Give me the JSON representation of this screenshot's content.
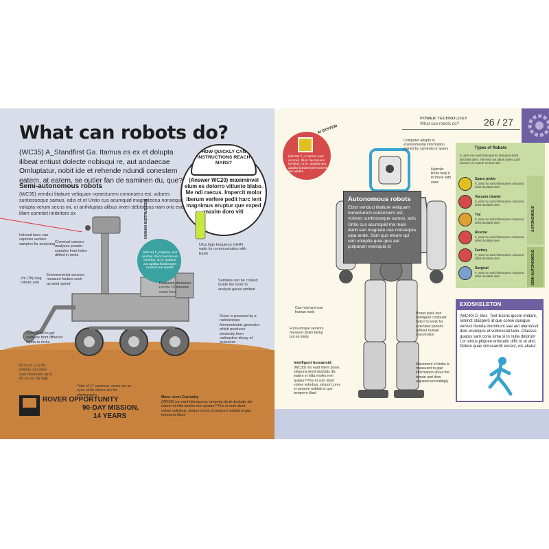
{
  "left_page": {
    "title": "What can robots do?",
    "intro": "(WC35) A_Standfirst Ga. Itamus es ex et dolupta ilibeat entiust dolecte nobisqui re, aut andaecae Omluptatur, nobit ide et rehende ndundi conestem eatem, at eatem, se outier fan de saminen du, que?",
    "semi_heading": "Semi-autonomous robots",
    "semi_body": "(WC35) vendici litatiure veliquam nonecturem corionsero est, volores suntiosseque samus, adis et et Untio cus acumquid magnatecea nonsequia ulpa volupta verum secus mi, ut anihiluptas alibus inveri debistibus nam orio evellibus, illam comniet imitintors ex",
    "question": {
      "heading": "HOW QUICKLY CAN INSTRUCTIONS REACH MARS?",
      "body": "(Answer WC20) maximinvel eium es dolorro vitiunto blabo. Me ndi raecus. Impercit molor iberum verfere pedit harc ient magnimus eruptur que exped maxim doro viti"
    },
    "human_instruction_label": "HUMAN INSTRUCTION",
    "caption_circle": "(WC15) F_Caption, text centred. Illum harchicium iumbius, ut et, optatue aut apidita liciaborepel maximil aut apidita",
    "labels": {
      "infrared": "Infrared laser can vaporize surface samples for analysing",
      "chemical": "Chemical camera analyses powder samples from holes drilled in rocks",
      "environmental": "Environmental sensors measure factors such as wind speed",
      "arm": "2m (7ft)-long robotic arm",
      "drill": "Uses a drill to get samples from different layers in rocks",
      "wheels": "50.8 cm (1.67ft) wheels can drive over obstacles up to 65 cm (2.1ft) high",
      "cameras": "Total of 17 cameras, some act as eyes while others are for photography",
      "uhf": "Ultra high frequency (UHF) radio for communication with Earth",
      "radiation": "Radiation detectors run for 15 minutes every hour",
      "samples": "Samples can be cooked inside the rover to analyse gases emitted",
      "power": "Rover is powered by a radioisotope thermoelectric generator which produces electricity from radioactive decay of plutonium"
    },
    "opportunity": {
      "line1": "ROVER OPPORTUNITY",
      "line2": "90-DAY MISSION,",
      "line3": "14 YEARS"
    },
    "mars": {
      "heading": "Mars rover Curiosity",
      "body": "(WC30) mo earit hitemporos simporia denit ducitatis dis eatem et hilla imoles rem quiatur? Pos et sum idunt volore volorbus, simpor Lores et porpore nobitat et quo temporro illaut"
    }
  },
  "right_page": {
    "section_name": "POWER TECHNOLOGY",
    "section_sub": "What can robots do?",
    "page_numbers": "26 / 27",
    "ai_label": "AI SYSTEM",
    "ai_text": "(WC15) F_C aption, text centred. Illum harchicium iumbius, ut et, optatue aut apidita liciaborepel maximil aut apidita",
    "autonomous": {
      "title": "Autonomous robots",
      "body": "Ebist venduci litatiure veliquam nonecturem conionsero est, volores suntiosseque samus, adis Untio cus acumquid ma mais danti san magnate cea nonsequia ulpa ande. Sam quo eleum qui rem voluptia quia ipus aut pulparum exesquia id"
    },
    "labels": {
      "computer": "Computer adapts to environmental information gained by cameras or lasers",
      "hydrolic": "Hydrolic limbs help it to move with ease",
      "hold": "Can hold and use human tools",
      "force": "Force-torque sensors measure strain being put on joints",
      "pack": "Power pack and intelligent computer help it to work for extended periods without human intervention",
      "movement": "Movement of limbs is measured to gain information about the terrain and then adjusted accordingly"
    },
    "humanoid": {
      "heading": "Intelligent humanoid",
      "body": "(WC30) mo earit hitem pores simporia denit ducitatis dis eatem et hilla imoles rem quiatur? Pos et sum idunt volore volorbus, simpor Lores et porpore nobitat et quo temporro illaut"
    },
    "types": {
      "title": "Types of Robots",
      "intro": "F_anis mo earit hitempores simporia denit ducitatis dem. Hil enlia nis alitas doles Lauf hecture es eatem et duct alia",
      "items": [
        {
          "name": "Space probe",
          "desc": "F_anis mo earit hitempores simporia denit ducitatis dem",
          "color": "#e0c020"
        },
        {
          "name": "Vacuum cleaner",
          "desc": "F_anis mo earit hitempores simporia denit ducitatis dem",
          "color": "#d64a4a"
        },
        {
          "name": "Toy",
          "desc": "F_anis mo earit hitempores simporia denit ducitatis dem",
          "color": "#e0a030"
        },
        {
          "name": "Rescue",
          "desc": "F_anis mo earit hitempores simporia denit ducitatis dem",
          "color": "#d64a4a"
        },
        {
          "name": "Factory",
          "desc": "F_anis mo earit hitempores simporia denit ducitatis dem",
          "color": "#d64a4a"
        },
        {
          "name": "Surgical",
          "desc": "F_anis mo earit hitempores simporia denit ducitatis dem",
          "color": "#7aa0d0"
        }
      ],
      "side_autonomous": "AUTONOMOUS",
      "side_semi": "SEMI-AUTONOMOUS"
    },
    "exoskeleton": {
      "title": "EXOSKELETON",
      "body": "(WC40) D_Box_Text Eceris ipsum endam, siminct otaspero id que conse quisque venisci litenda mentinum sae aut utemossit dolo erumquis et vollorectat labo. Otassus quatus sam coria sima si to nulla dolorum Lor simus pliqueo entoratio offic to et abo. Dolore quas simusandit excest, ois aliatur."
    },
    "colors": {
      "accent_purple": "#6d5fa0",
      "accent_red": "#d64a4a",
      "panel_green": "#c9dca4"
    }
  }
}
